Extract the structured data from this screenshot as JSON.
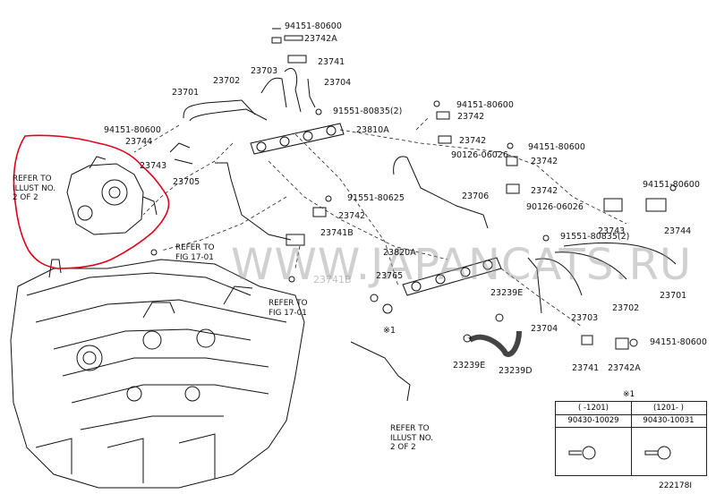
{
  "labels": {
    "p94151_80600_top": "94151-80600",
    "p23742A_top": "23742A",
    "p23741_top": "23741",
    "p23703_top": "23703",
    "p23704_top": "23704",
    "p23702_top": "23702",
    "p23701_top": "23701",
    "p91551_80835_top": "91551-80835(2)",
    "p94151_80600_left": "94151-80600",
    "p23744_left": "23744",
    "p23810A": "23810A",
    "p23743_left": "23743",
    "p23705": "23705",
    "p94151_80600_mid": "94151-80600",
    "p23742_r1": "23742",
    "p23742_r2": "23742",
    "p94151_80600_r2": "94151-80600",
    "p90126_06026_r1": "90126-06026",
    "p23742_r3": "23742",
    "p23742_r4": "23742",
    "p90126_06026_r2": "90126-06026",
    "p23706": "23706",
    "p91551_80625": "91551-80625",
    "p23742_mid": "23742",
    "p23741B": "23741B",
    "p91551_80835_mid": "91551-80835(2)",
    "p94151_80600_far": "94151-80600",
    "p23743_right": "23743",
    "p23744_right": "23744",
    "p23820A": "23820A",
    "p23765": "23765",
    "p23239E_top": "23239E",
    "p23703_low": "23703",
    "p23702_low": "23702",
    "p23701_low": "23701",
    "p23704_low": "23704",
    "p94151_80600_low": "94151-80600",
    "p23741_low": "23741",
    "p23742A_low": "23742A",
    "p23239E_low": "23239E",
    "p23239D": "23239D",
    "mark_x1": "※1"
  },
  "refs": {
    "illust_left": "REFER TO\nILLUST NO.\n2 OF 2",
    "fig_a": "REFER TO\nFIG 17-01",
    "fig_b": "REFER TO\nFIG 17-01",
    "illust_bottom": "REFER TO\nILLUST NO.\n2 OF 2"
  },
  "watermark": "WWW.JAPANCATS.RU",
  "watermark_sub": "23741B",
  "legend": {
    "mark": "※1",
    "col1_header": "(    -1201)",
    "col2_header": "(1201-    )",
    "col1_part": "90430-10029",
    "col2_part": "90430-10031"
  },
  "figure_id": "222178I",
  "colors": {
    "line": "#111111",
    "highlight": "#e0001a",
    "watermark": "#969696"
  }
}
